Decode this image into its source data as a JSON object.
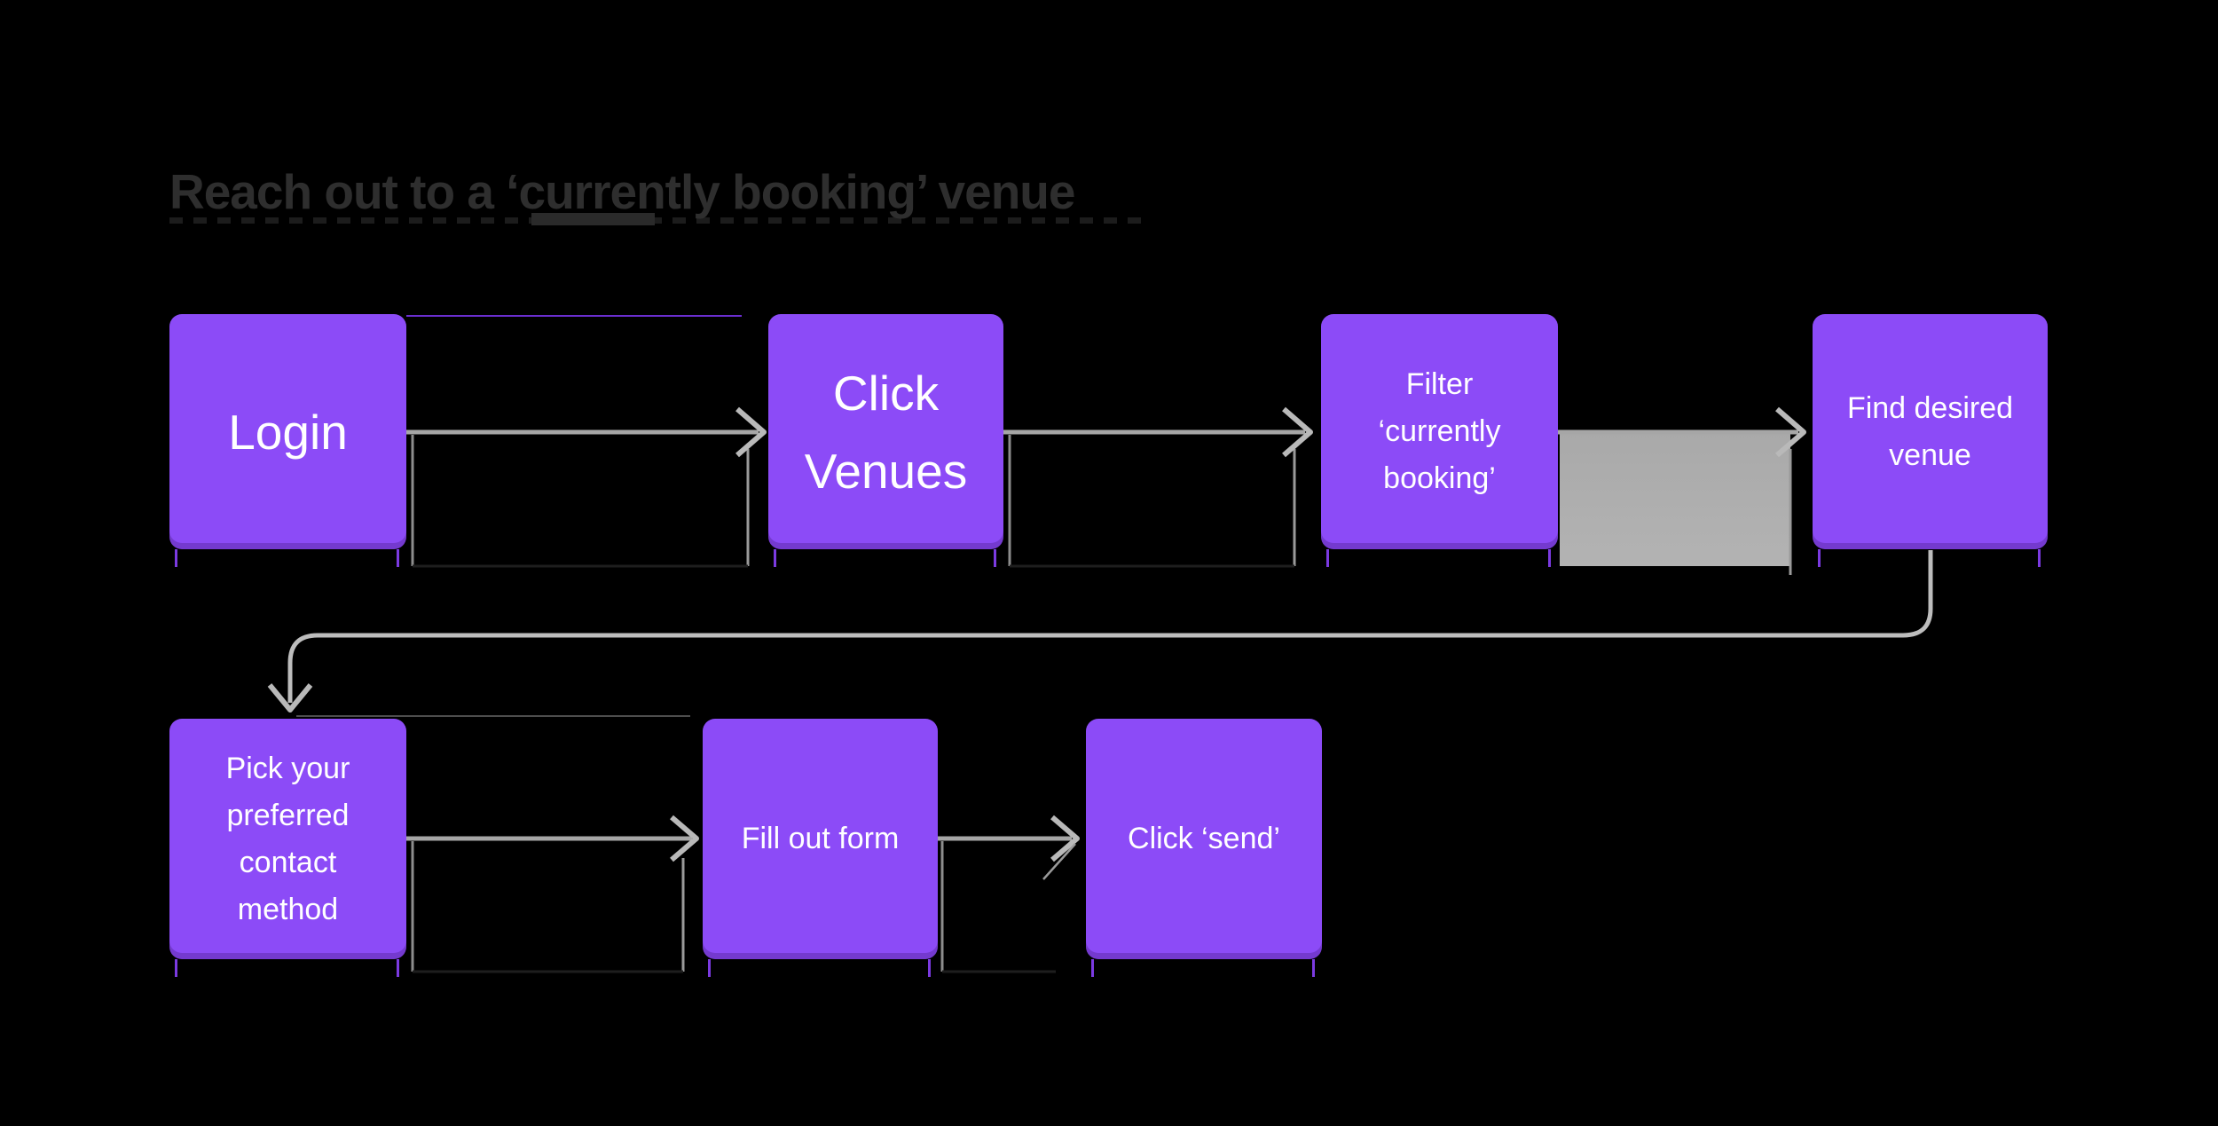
{
  "title": {
    "text": "Reach out to a ‘currently booking’ venue"
  },
  "nodes": [
    {
      "id": "login",
      "label": "Login"
    },
    {
      "id": "click-venues",
      "label": "Click\nVenues"
    },
    {
      "id": "filter-currently-booking",
      "label": "Filter\n‘currently\nbooking’"
    },
    {
      "id": "find-desired-venue",
      "label": "Find desired\nvenue"
    },
    {
      "id": "pick-contact-method",
      "label": "Pick your\npreferred\ncontact\nmethod"
    },
    {
      "id": "fill-out-form",
      "label": "Fill out form"
    },
    {
      "id": "click-send",
      "label": "Click ‘send’"
    }
  ],
  "colors": {
    "background": "#000000",
    "node-fill": "#8C4BF7",
    "node-text": "#FFFFFF",
    "arrow": "#A6A6A6",
    "connector-fill": "#ACACAC",
    "title-text": "#2E2E2E"
  }
}
